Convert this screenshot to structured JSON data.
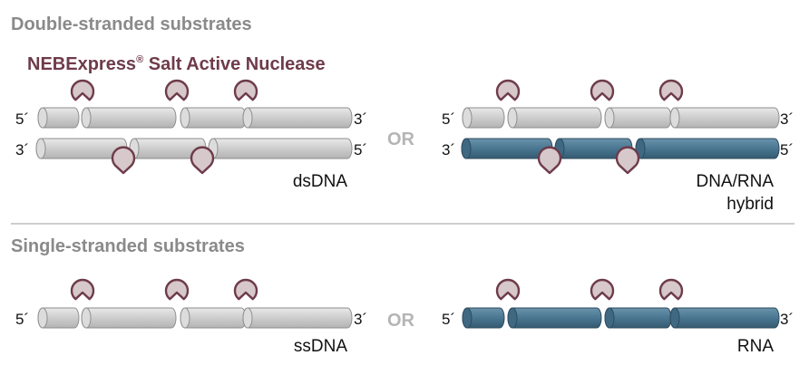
{
  "sections": {
    "double_stranded_title": "Double-stranded substrates",
    "single_stranded_title": "Single-stranded substrates"
  },
  "enzyme": {
    "name": "NEBExpress",
    "reg_mark": "®",
    "suffix": " Salt Active Nuclease"
  },
  "or_label": "OR",
  "ends": {
    "five": "5´",
    "three": "3´"
  },
  "substrates": {
    "dsdna": {
      "line1": "dsDNA",
      "line2": ""
    },
    "hybrid": {
      "line1": "DNA/RNA",
      "line2": "hybrid"
    },
    "ssdna": {
      "line1": "ssDNA",
      "line2": ""
    },
    "rna": {
      "line1": "RNA",
      "line2": ""
    }
  },
  "colors": {
    "dna_strand": "#cfcfcf",
    "rna_strand": "#4a7691",
    "enzyme_fill": "#d6c8cb",
    "enzyme_stroke": "#6e3b4a",
    "heading_gray": "#8a8a8a",
    "or_gray": "#b5b5b5",
    "divider": "#bdbdbd"
  },
  "icons": {
    "enzyme": "pacman-nuclease-icon"
  }
}
